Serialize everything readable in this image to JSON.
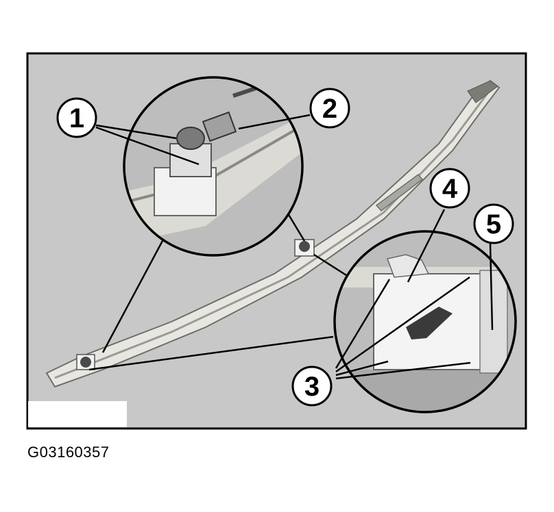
{
  "figure": {
    "code": "G03160357",
    "callouts": [
      "1",
      "2",
      "3",
      "4",
      "5"
    ]
  },
  "colors": {
    "background": "#c8c8c8",
    "frame": "#000000",
    "trim_light": "#e8e6e0",
    "trim_shadow": "#8a8a84",
    "clip_white": "#f2f2f2",
    "clip_dark": "#3a3a3a"
  }
}
